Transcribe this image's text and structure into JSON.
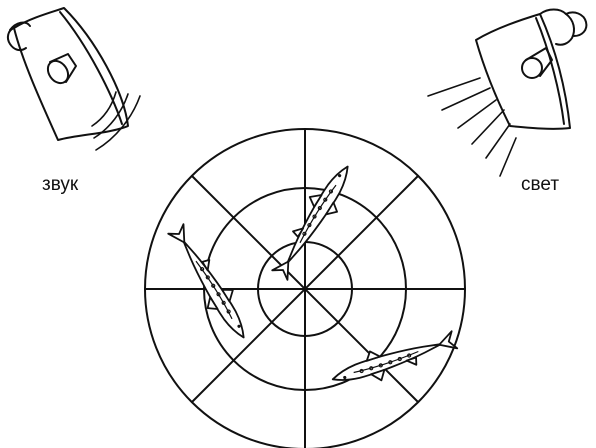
{
  "labels": {
    "sound": "звук",
    "light": "свет"
  },
  "colors": {
    "ink": "#111111",
    "background": "#ffffff"
  },
  "icons": {
    "sound_source": "loudspeaker-icon",
    "light_source": "lamp-icon",
    "subject": "fish-icon"
  },
  "arena": {
    "rings": 3,
    "sectors": 8
  }
}
